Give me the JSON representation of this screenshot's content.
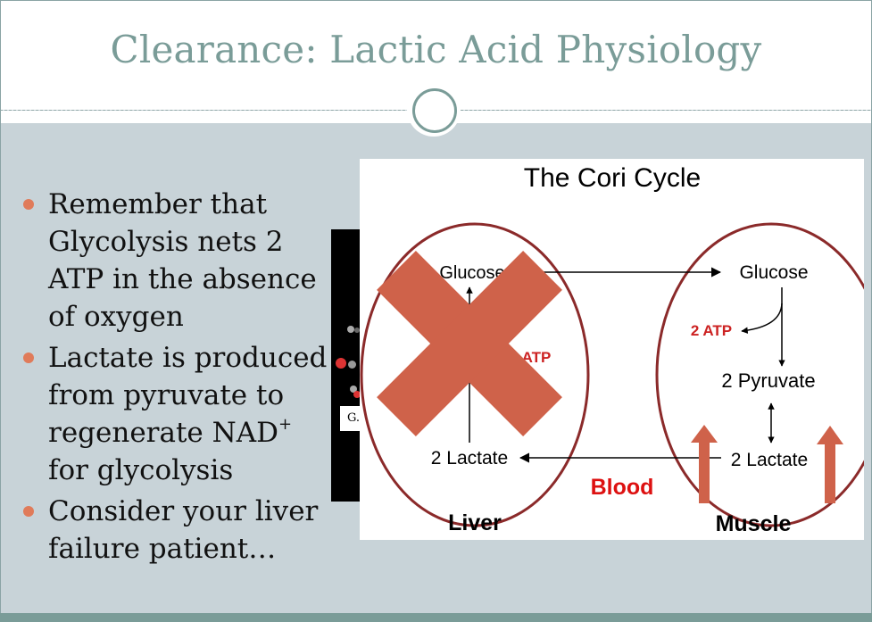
{
  "slide": {
    "title": "Clearance: Lactic Acid Physiology",
    "bullets": [
      {
        "text": "Remember that Glycolysis nets 2 ATP in the absence of oxygen"
      },
      {
        "text_before": "Lactate is produced from pyruvate to regenerate NAD",
        "superscript": "+",
        "text_after": " for glycolysis"
      },
      {
        "text": "Consider your liver failure patient…"
      }
    ],
    "inset_label": "G."
  },
  "diagram": {
    "title": "The Cori Cycle",
    "liver": {
      "label": "Liver",
      "glucose": "Glucose",
      "atp": "ATP",
      "lactate": "2 Lactate"
    },
    "muscle": {
      "label": "Muscle",
      "glucose": "Glucose",
      "atp": "2 ATP",
      "pyruvate": "2 Pyruvate",
      "lactate": "2 Lactate"
    },
    "blood_label": "Blood",
    "colors": {
      "circle": "#8b2a2a",
      "cross": "#cf624a",
      "arrow_up": "#cf624a",
      "blood": "#dd1111",
      "atp": "#cc2222"
    }
  }
}
